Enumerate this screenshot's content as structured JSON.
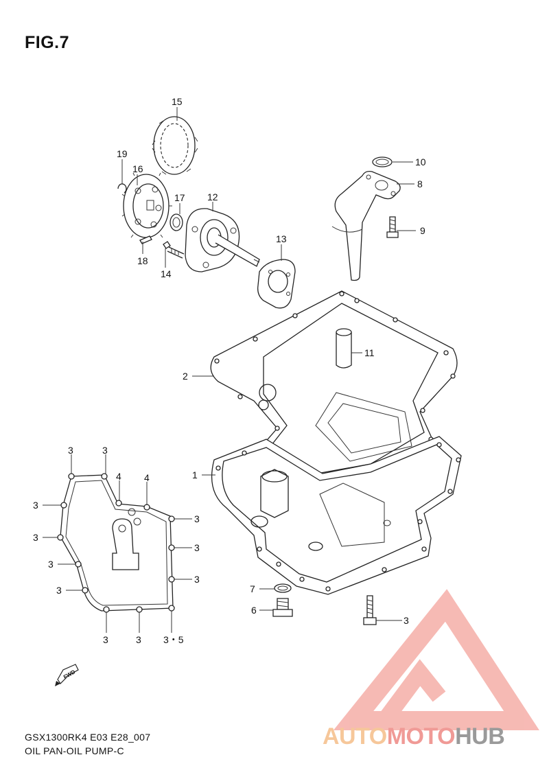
{
  "figure": {
    "title": "FIG.7"
  },
  "caption": {
    "model": "GSX1300RK4 E03 E28_007",
    "name": "OIL PAN-OIL PUMP-C"
  },
  "watermark": {
    "text_part1": "AUTO",
    "text_part2": "MOTO",
    "text_part3": "HUB",
    "colors": {
      "part1": "#f6c79a",
      "part2": "#f09a96",
      "part3": "#9a9a9a",
      "logo": "#f4a39c"
    }
  },
  "callouts": {
    "p1": "1",
    "p2": "2",
    "p3": "3",
    "p4": "4",
    "p35": "3・5",
    "p6": "6",
    "p7": "7",
    "p8": "8",
    "p9": "9",
    "p10": "10",
    "p11": "11",
    "p12": "12",
    "p13": "13",
    "p14": "14",
    "p15": "15",
    "p16": "16",
    "p17": "17",
    "p18": "18",
    "p19": "19"
  },
  "icons": {
    "fwd": "FWD"
  }
}
